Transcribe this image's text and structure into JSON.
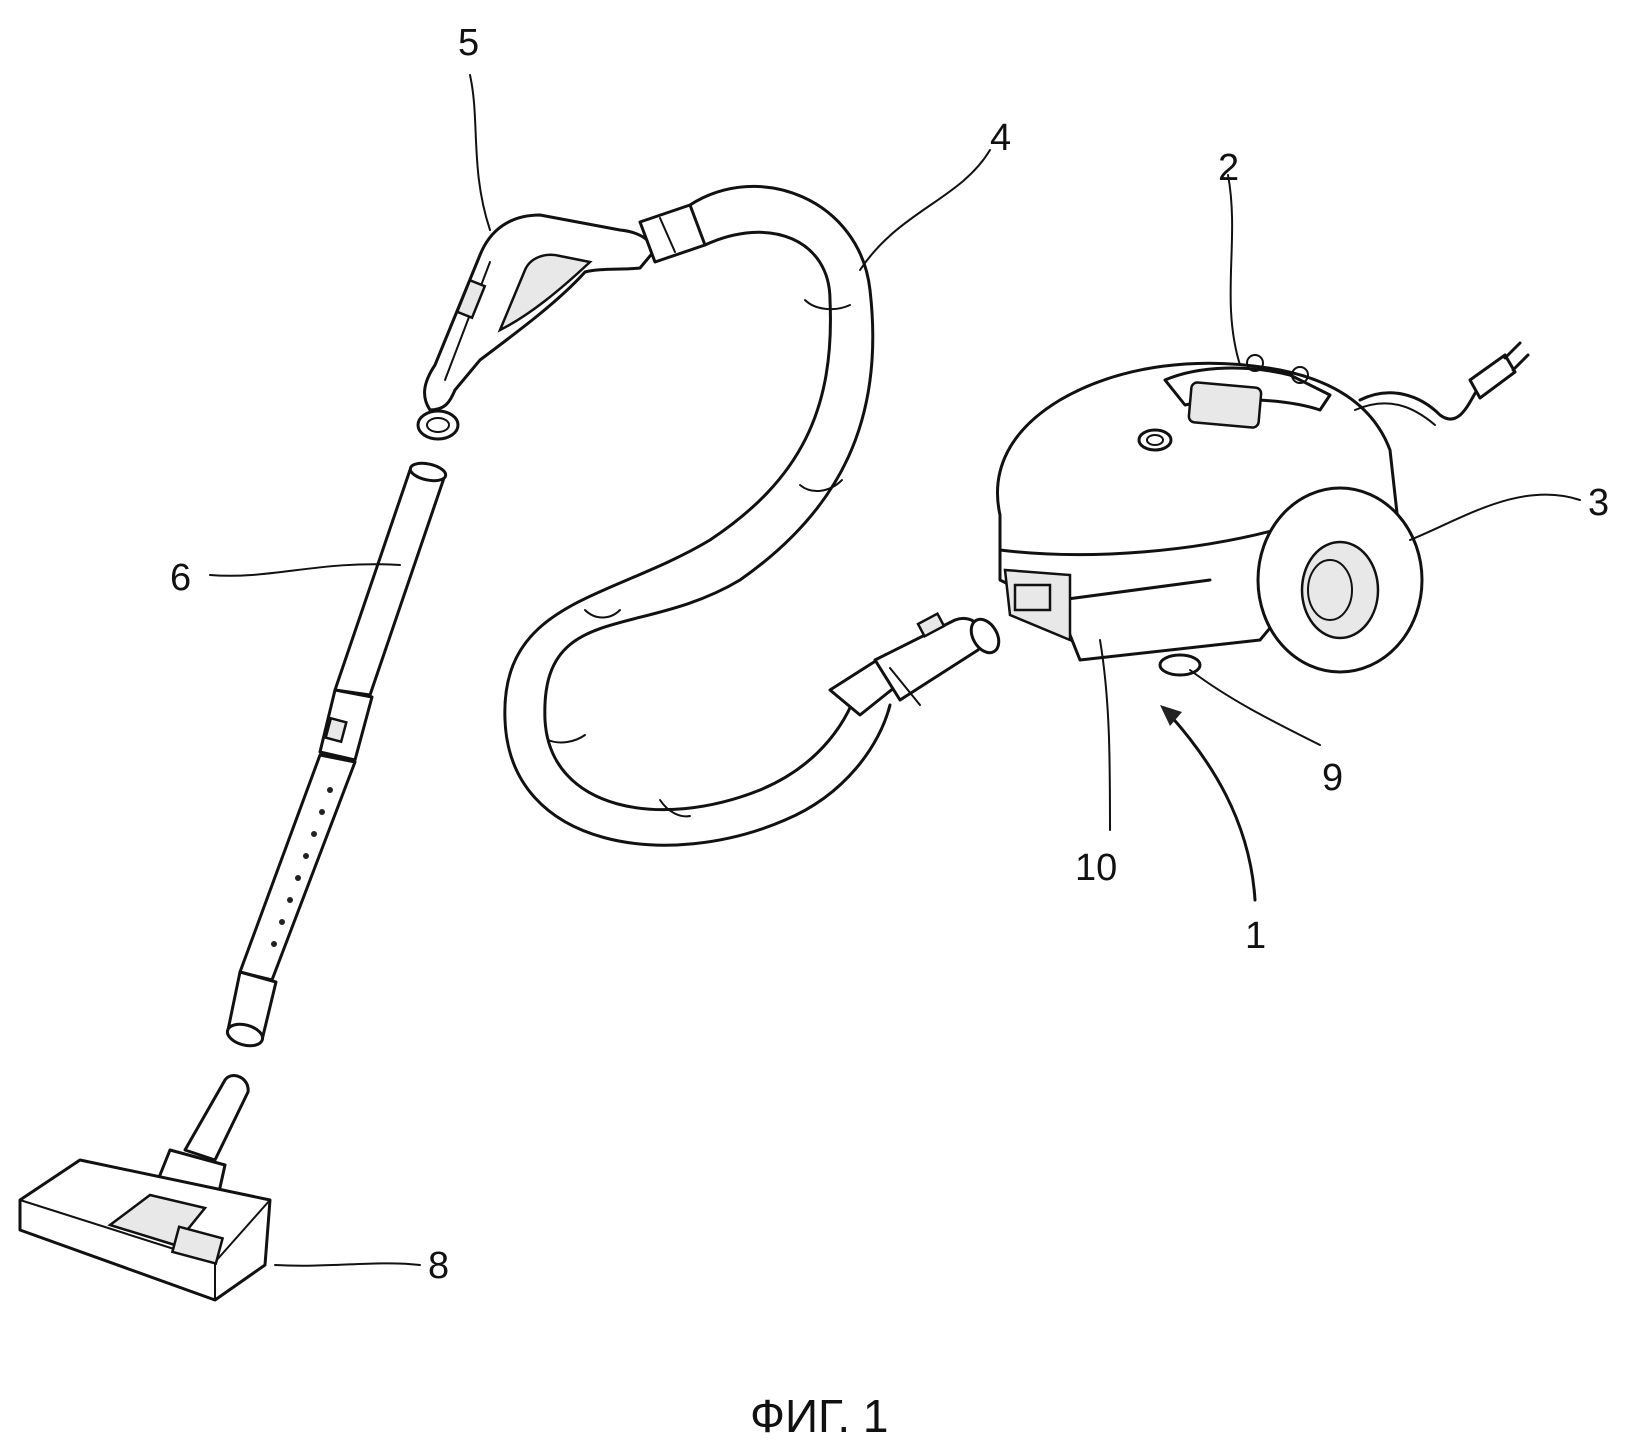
{
  "figure": {
    "caption": "ФИГ. 1",
    "reference_numerals": {
      "main_body": "1",
      "cover": "2",
      "wheel": "3",
      "hose": "4",
      "handle": "5",
      "extension_pipe": "6",
      "floor_nozzle": "8",
      "caster": "9",
      "front_part": "10"
    }
  }
}
